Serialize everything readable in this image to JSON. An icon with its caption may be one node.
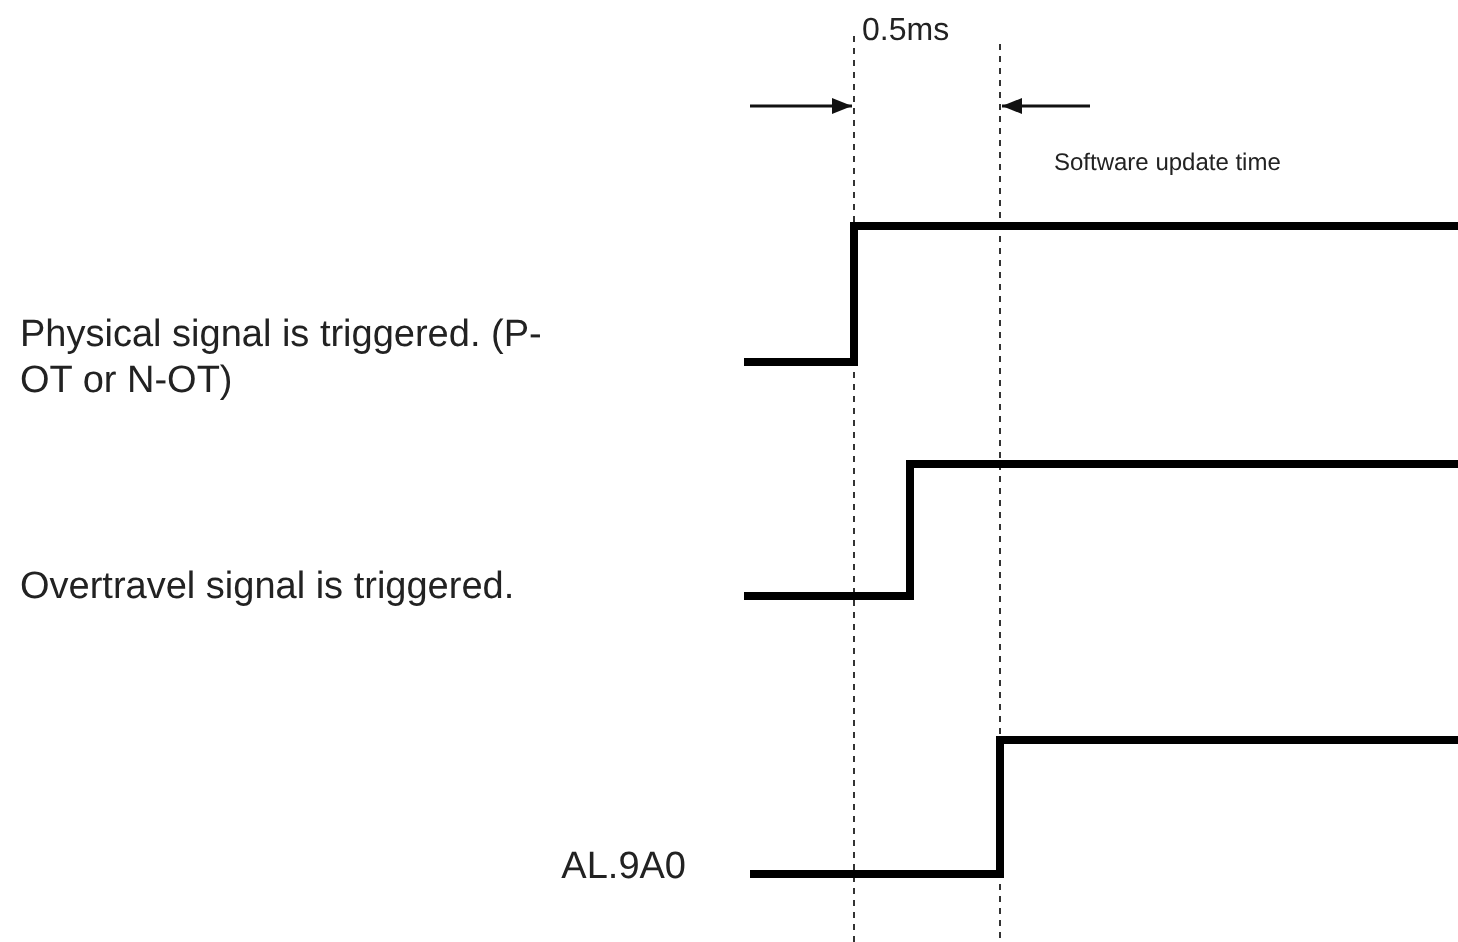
{
  "diagram": {
    "labels": [
      "0.5ms",
      "Software update time",
      "Physical signal is triggered. (P-OT or N-OT)",
      "Overtravel signal is triggered.",
      "AL.9A0"
    ]
  }
}
